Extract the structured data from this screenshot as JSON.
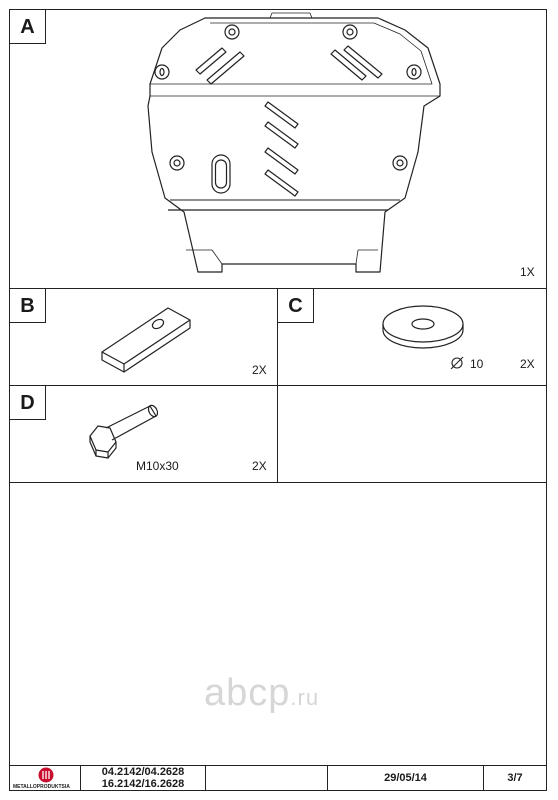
{
  "sections": {
    "a": {
      "letter": "A",
      "qty": "1X"
    },
    "b": {
      "letter": "B",
      "qty": "2X"
    },
    "c": {
      "letter": "C",
      "qty": "2X",
      "dimension": "10"
    },
    "d": {
      "letter": "D",
      "qty": "2X",
      "size": "M10x30"
    }
  },
  "title_block": {
    "brand": "METALLOPRODUKTSIA",
    "code_line1": "04.2142/04.2628",
    "code_line2": "16.2142/16.2628",
    "date": "29/05/14",
    "page": "3/7"
  },
  "watermark": {
    "main": "abcp",
    "suffix": ".ru"
  },
  "colors": {
    "line": "#222222",
    "watermark": "#d6d6d6",
    "logo": "#c8102e"
  },
  "icons": {
    "diameter": "diameter-symbol",
    "logo": "metalloproduktsia-logo"
  }
}
